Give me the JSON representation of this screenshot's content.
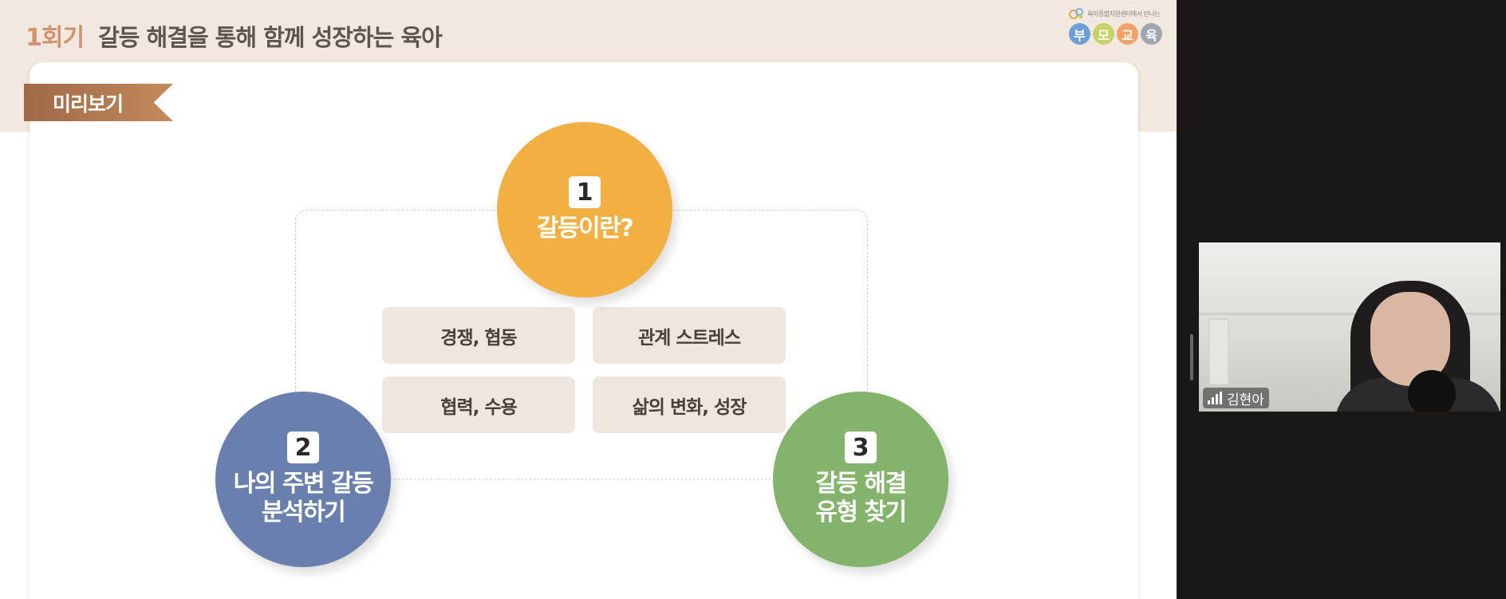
{
  "slide": {
    "session_number": "1회기",
    "session_title": "갈등 해결을 통해 함께 성장하는 육아",
    "logo": {
      "tagline": "육아종합지원센터에서 만나는",
      "circles": [
        {
          "char": "부",
          "color": "#6f9fd6"
        },
        {
          "char": "모",
          "color": "#c7d36a"
        },
        {
          "char": "교",
          "color": "#f2a36b"
        },
        {
          "char": "육",
          "color": "#9ea6b4"
        }
      ]
    },
    "preview_label": "미리보기",
    "topics": [
      {
        "number": "1",
        "label": "갈등이란?",
        "color": "#f2b043"
      },
      {
        "number": "2",
        "label": "나의 주변 갈등\n분석하기",
        "color": "#6980ae"
      },
      {
        "number": "3",
        "label": "갈등 해결\n유형 찾기",
        "color": "#84b46c"
      }
    ],
    "keywords": [
      "경쟁, 협동",
      "관계 스트레스",
      "협력, 수용",
      "삶의 변화, 성장"
    ]
  },
  "video": {
    "participant_name": "김현아",
    "signal_icon": "signal-bars-icon"
  }
}
